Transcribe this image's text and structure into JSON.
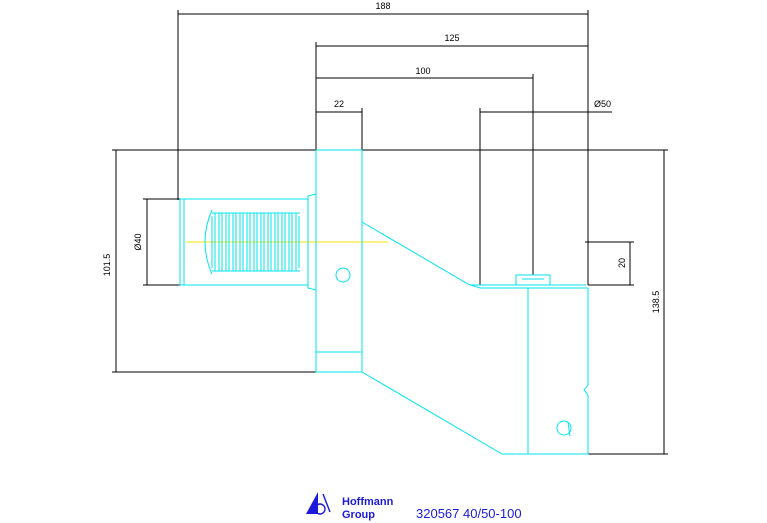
{
  "dimensions": {
    "overall_length": "188",
    "flange_to_end": "125",
    "flange_to_center": "100",
    "flange_thickness": "22",
    "diameter_50": "Ø50",
    "diameter_40": "Ø40",
    "height_101": "101.5",
    "height_138": "138.5",
    "offset_20": "20"
  },
  "title_block": {
    "logo_line1": "Hoffmann",
    "logo_line2": "Group",
    "part_reference": "320567 40/50-100"
  },
  "colors": {
    "part_outline": "#00e5ee",
    "center_line": "#f2e600",
    "dimension_lines": "#000000",
    "title_text": "#1a1ad8"
  }
}
